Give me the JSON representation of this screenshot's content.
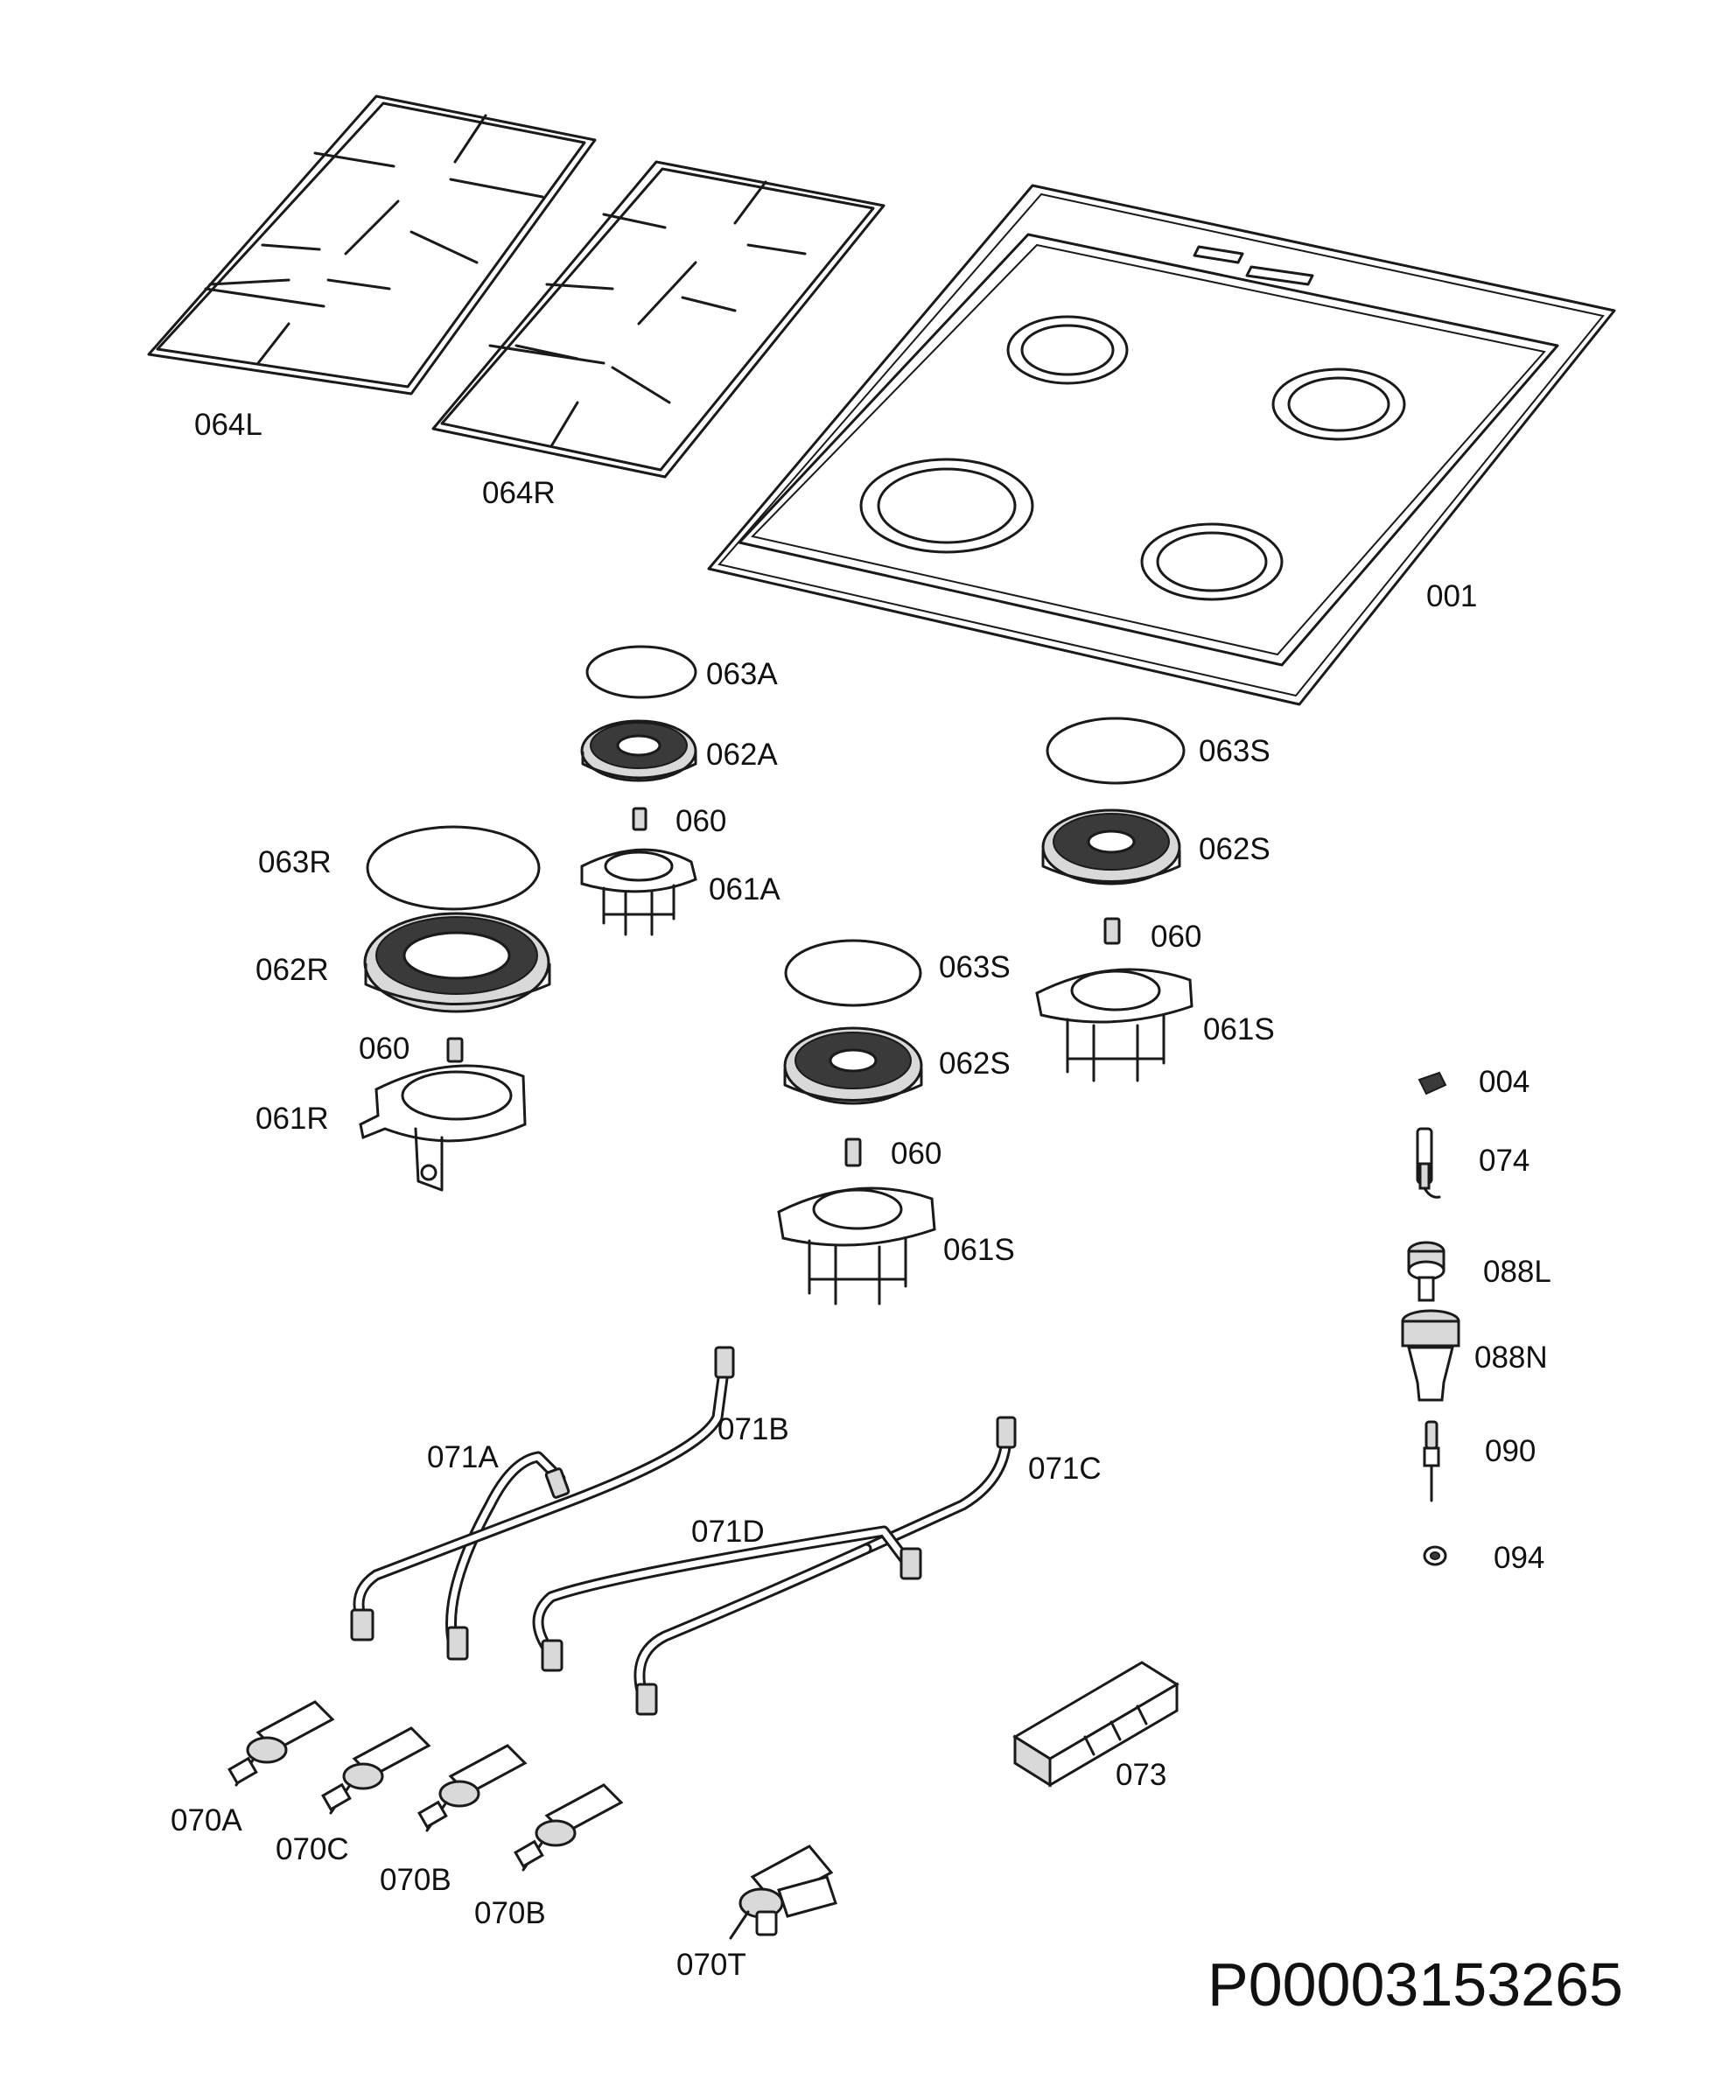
{
  "drawing_id": "P00003153265",
  "labels": {
    "l_064L": "064L",
    "l_064R": "064R",
    "l_001": "001",
    "l_063A": "063A",
    "l_062A": "062A",
    "l_060_a": "060",
    "l_061A": "061A",
    "l_063S_a": "063S",
    "l_062S_a": "062S",
    "l_060_b": "060",
    "l_061S_a": "061S",
    "l_063R": "063R",
    "l_062R": "062R",
    "l_060_c": "060",
    "l_061R": "061R",
    "l_063S_b": "063S",
    "l_062S_b": "062S",
    "l_060_d": "060",
    "l_061S_b": "061S",
    "l_004": "004",
    "l_074": "074",
    "l_088L": "088L",
    "l_088N": "088N",
    "l_090": "090",
    "l_094": "094",
    "l_071A": "071A",
    "l_071B": "071B",
    "l_071C": "071C",
    "l_071D": "071D",
    "l_073": "073",
    "l_070A": "070A",
    "l_070C": "070C",
    "l_070B_a": "070B",
    "l_070B_b": "070B",
    "l_070T": "070T"
  }
}
